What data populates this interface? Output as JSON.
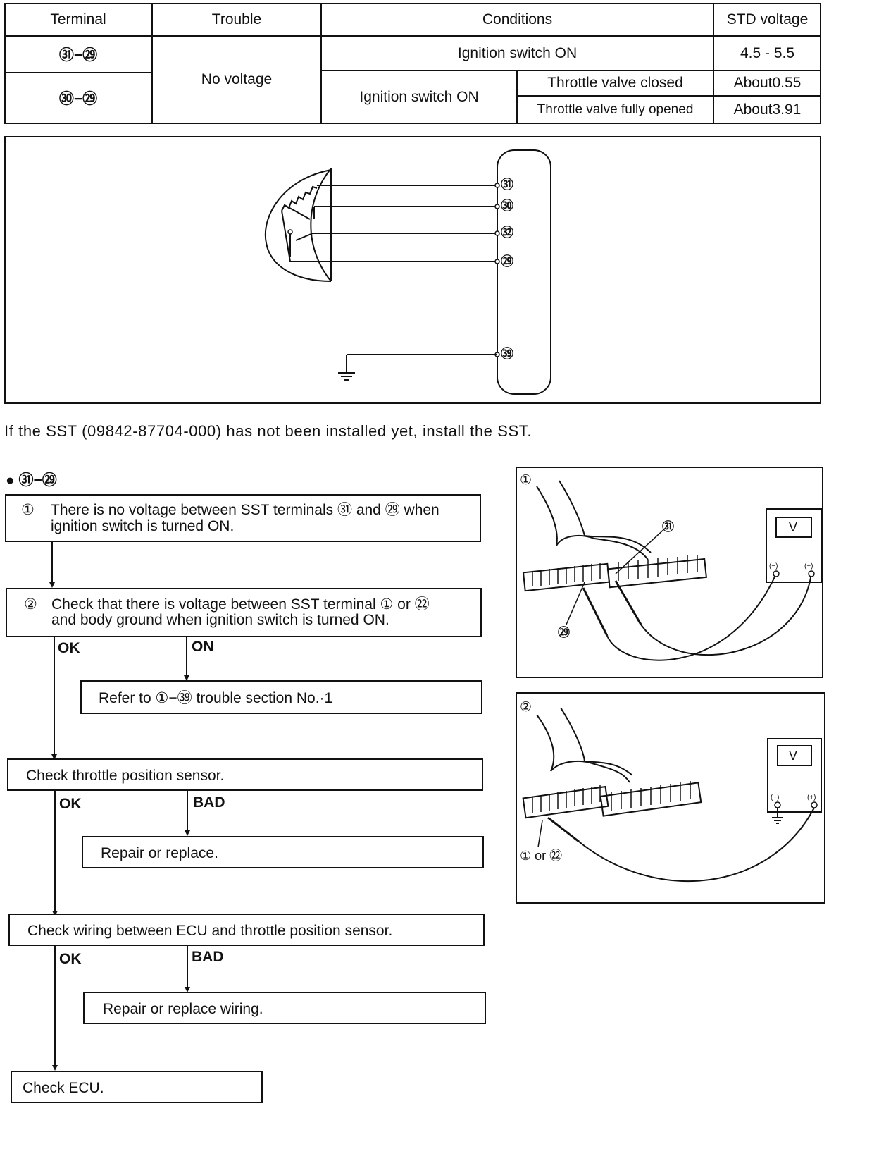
{
  "table": {
    "headers": [
      "Terminal",
      "Trouble",
      "Conditions",
      "STD voltage"
    ],
    "row1": {
      "terminal": "㉛−㉙",
      "trouble": "No voltage",
      "condition": "Ignition switch ON",
      "voltage": "4.5 - 5.5"
    },
    "row2": {
      "terminal": "㉚−㉙",
      "condition": "Ignition switch ON",
      "sub": [
        {
          "condition": "Throttle valve closed",
          "voltage": "About0.55"
        },
        {
          "condition": "Throttle valve fully opened",
          "voltage": "About3.91"
        }
      ]
    }
  },
  "schematic": {
    "terminals": [
      "㉛",
      "㉚",
      "㉜",
      "㉙",
      "㊴"
    ]
  },
  "note": "If the SST (09842-87704-000) has not been installed yet, install the SST.",
  "section_heading": "● ㉛−㉙",
  "flow": {
    "step1_num": "①",
    "step1_line1": "There is no voltage between SST terminals ㉛ and ㉙ when",
    "step1_line2": "ignition switch is turned ON.",
    "step2_num": "②",
    "step2_line1": "Check that there is voltage between SST terminal ① or ㉒",
    "step2_line2": "and body ground when ignition switch is turned ON.",
    "ok": "OK",
    "on": "ON",
    "bad": "BAD",
    "refer": "Refer to ①−㊴ trouble section No.·1",
    "check_tps": "Check throttle position sensor.",
    "repair1": "Repair or replace.",
    "check_wiring": "Check wiring between ECU and throttle position sensor.",
    "repair2": "Repair or replace wiring.",
    "check_ecu": "Check ECU."
  },
  "illus1": {
    "num": "①",
    "meter": "V",
    "minus": "(−)",
    "plus": "(+)",
    "callout_a": "㉛",
    "callout_b": "㉙"
  },
  "illus2": {
    "num": "②",
    "meter": "V",
    "minus": "(−)",
    "plus": "(+)",
    "callout": "① or ㉒"
  }
}
